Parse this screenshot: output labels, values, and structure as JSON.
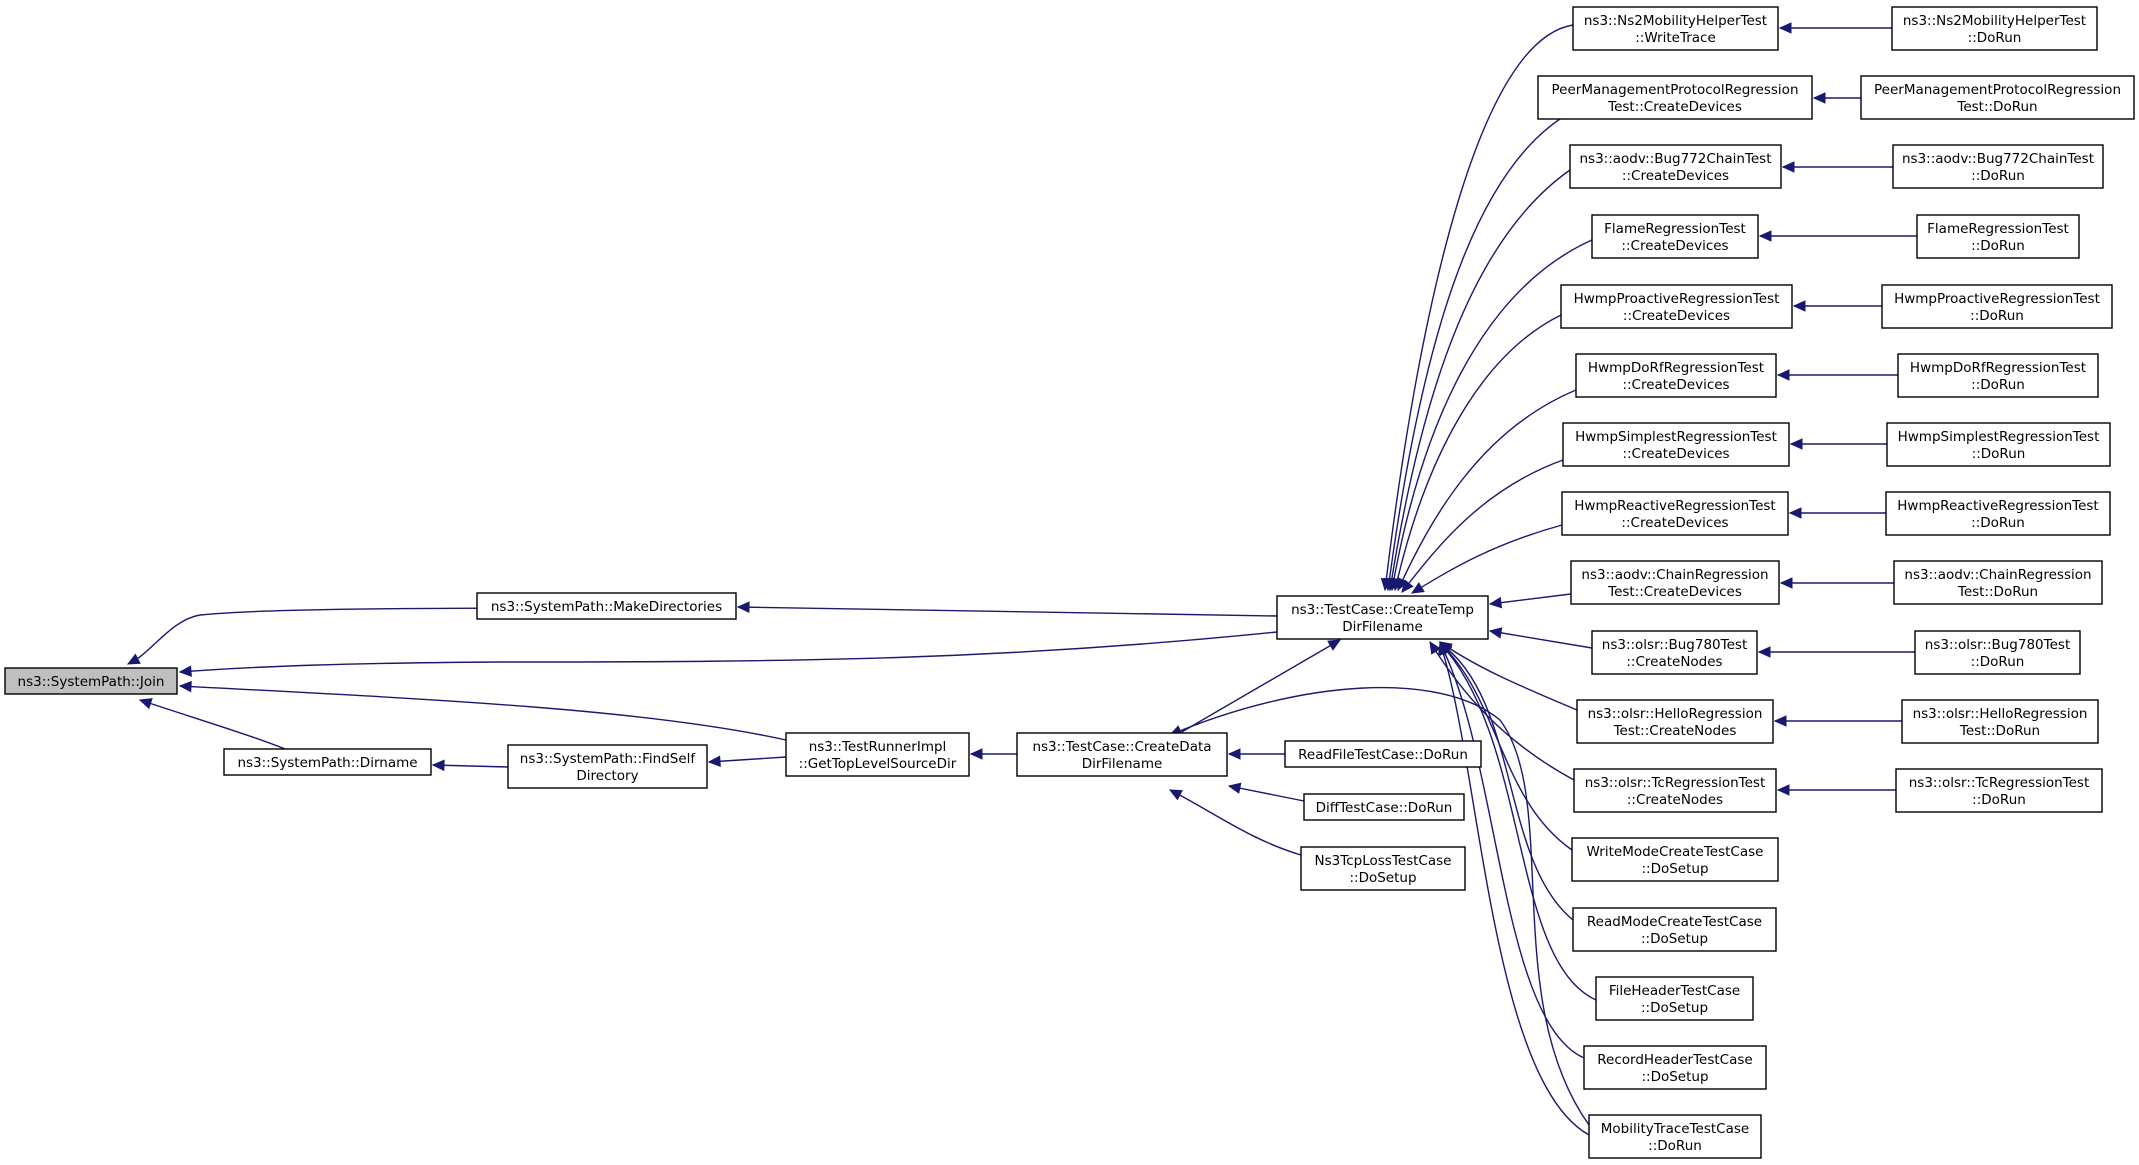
{
  "colors": {
    "edge": "#191970",
    "root_fill": "#bfbfbf",
    "node_fill": "#ffffff",
    "node_border": "#000000"
  },
  "nodes": {
    "join": [
      "ns3::SystemPath::Join"
    ],
    "makedirs": [
      "ns3::SystemPath::MakeDirectories"
    ],
    "dirname": [
      "ns3::SystemPath::Dirname"
    ],
    "findself": [
      "ns3::SystemPath::FindSelf",
      "Directory"
    ],
    "gettop": [
      "ns3::TestRunnerImpl",
      "::GetTopLevelSourceDir"
    ],
    "createdata": [
      "ns3::TestCase::CreateData",
      "DirFilename"
    ],
    "createtemp": [
      "ns3::TestCase::CreateTemp",
      "DirFilename"
    ],
    "readfile": [
      "ReadFileTestCase::DoRun"
    ],
    "difftest": [
      "DiffTestCase::DoRun"
    ],
    "ns3tcp": [
      "Ns3TcpLossTestCase",
      "::DoSetup"
    ],
    "ns2write": [
      "ns3::Ns2MobilityHelperTest",
      "::WriteTrace"
    ],
    "ns2run": [
      "ns3::Ns2MobilityHelperTest",
      "::DoRun"
    ],
    "peercd": [
      "PeerManagementProtocolRegression",
      "Test::CreateDevices"
    ],
    "peerrun": [
      "PeerManagementProtocolRegression",
      "Test::DoRun"
    ],
    "bug772cd": [
      "ns3::aodv::Bug772ChainTest",
      "::CreateDevices"
    ],
    "bug772run": [
      "ns3::aodv::Bug772ChainTest",
      "::DoRun"
    ],
    "flamecd": [
      "FlameRegressionTest",
      "::CreateDevices"
    ],
    "flamerun": [
      "FlameRegressionTest",
      "::DoRun"
    ],
    "hpcd": [
      "HwmpProactiveRegressionTest",
      "::CreateDevices"
    ],
    "hprun": [
      "HwmpProactiveRegressionTest",
      "::DoRun"
    ],
    "hdcd": [
      "HwmpDoRfRegressionTest",
      "::CreateDevices"
    ],
    "hdrun": [
      "HwmpDoRfRegressionTest",
      "::DoRun"
    ],
    "hscd": [
      "HwmpSimplestRegressionTest",
      "::CreateDevices"
    ],
    "hsrun": [
      "HwmpSimplestRegressionTest",
      "::DoRun"
    ],
    "hrcd": [
      "HwmpReactiveRegressionTest",
      "::CreateDevices"
    ],
    "hrrun": [
      "HwmpReactiveRegressionTest",
      "::DoRun"
    ],
    "chaincd": [
      "ns3::aodv::ChainRegression",
      "Test::CreateDevices"
    ],
    "chainrun": [
      "ns3::aodv::ChainRegression",
      "Test::DoRun"
    ],
    "bug780cn": [
      "ns3::olsr::Bug780Test",
      "::CreateNodes"
    ],
    "bug780run": [
      "ns3::olsr::Bug780Test",
      "::DoRun"
    ],
    "hellocn": [
      "ns3::olsr::HelloRegression",
      "Test::CreateNodes"
    ],
    "hellorun": [
      "ns3::olsr::HelloRegression",
      "Test::DoRun"
    ],
    "tccn": [
      "ns3::olsr::TcRegressionTest",
      "::CreateNodes"
    ],
    "tcrun": [
      "ns3::olsr::TcRegressionTest",
      "::DoRun"
    ],
    "writemode": [
      "WriteModeCreateTestCase",
      "::DoSetup"
    ],
    "readmode": [
      "ReadModeCreateTestCase",
      "::DoSetup"
    ],
    "fileheader": [
      "FileHeaderTestCase",
      "::DoSetup"
    ],
    "recordheader": [
      "RecordHeaderTestCase",
      "::DoSetup"
    ],
    "mobilitytrace": [
      "MobilityTraceTestCase",
      "::DoRun"
    ]
  }
}
